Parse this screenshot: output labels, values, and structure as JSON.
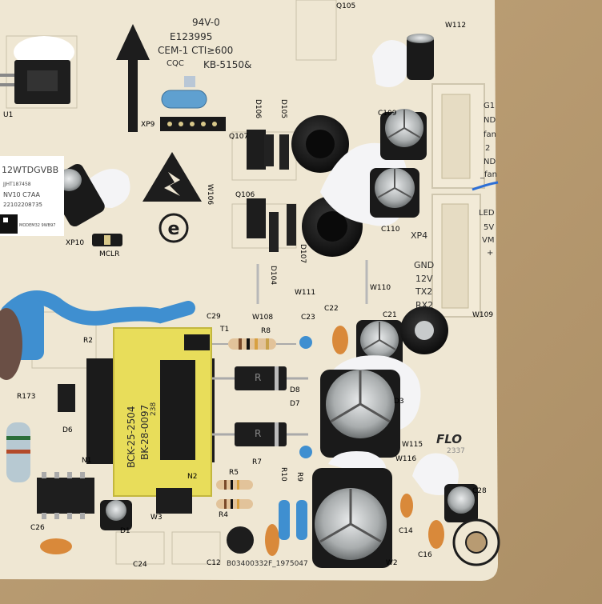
{
  "board": {
    "cert": {
      "ul_mark": "94V-0",
      "file_no": "E123995",
      "material": "CEM-1 CTI≥600",
      "cqc": "CQC",
      "part_no": "KB-5150&"
    },
    "model_label": {
      "line1": "12WTDGVBB",
      "line2": "JJHT187458",
      "line3": "NV10 C7AA",
      "line4": "22102208735",
      "line5": "MODEM32 9WB97"
    },
    "bottom_code": "B03400332F_1975047",
    "logo_flo": "FLO",
    "logo_flo_sub": "2337"
  },
  "connectors": {
    "right_top_pins": [
      "G1",
      "ND",
      "fan",
      "2",
      "ND",
      "_fan"
    ],
    "right_bottom_pins": [
      "LED",
      "5V",
      "VM",
      "+"
    ],
    "xp4_label": "XP4",
    "xp4_left_pins": [
      "GND",
      "12V",
      "TX2",
      "RX2"
    ]
  },
  "silkscreen": [
    "Q105",
    "W112",
    "XP9",
    "Q107",
    "D106",
    "D105",
    "C109",
    "W106",
    "Q106",
    "D107",
    "D104",
    "C110",
    "XP10",
    "MCLR",
    "W111",
    "W110",
    "W108",
    "R8",
    "C23",
    "C22",
    "C21",
    "W109",
    "C29",
    "T1",
    "R2",
    "D8",
    "D7",
    "R173",
    "D6",
    "R5",
    "R4",
    "R7",
    "R10",
    "R9",
    "N2",
    "W3",
    "N1",
    "C26",
    "C24",
    "C12",
    "C16",
    "W115",
    "W116",
    "C28",
    "C14",
    "W2",
    "D1",
    "D3",
    "U1"
  ],
  "transformer": {
    "line1": "BCK-25-2504",
    "line2": "BK-28-0097",
    "line3": "238"
  },
  "diodes": {
    "d8": "R",
    "d7": "R"
  },
  "colors": {
    "pcb": "#efe7d3",
    "background": "#b89b72",
    "capacitor_body": "#1a1a1a",
    "capacitor_top": "#bfc3c4",
    "transformer": "#e8dd5a",
    "blue_cap": "#3f8fd0",
    "orange_cap": "#d9893a",
    "silkscreen": "#2c2c2c",
    "connector": "#f2ead7"
  }
}
